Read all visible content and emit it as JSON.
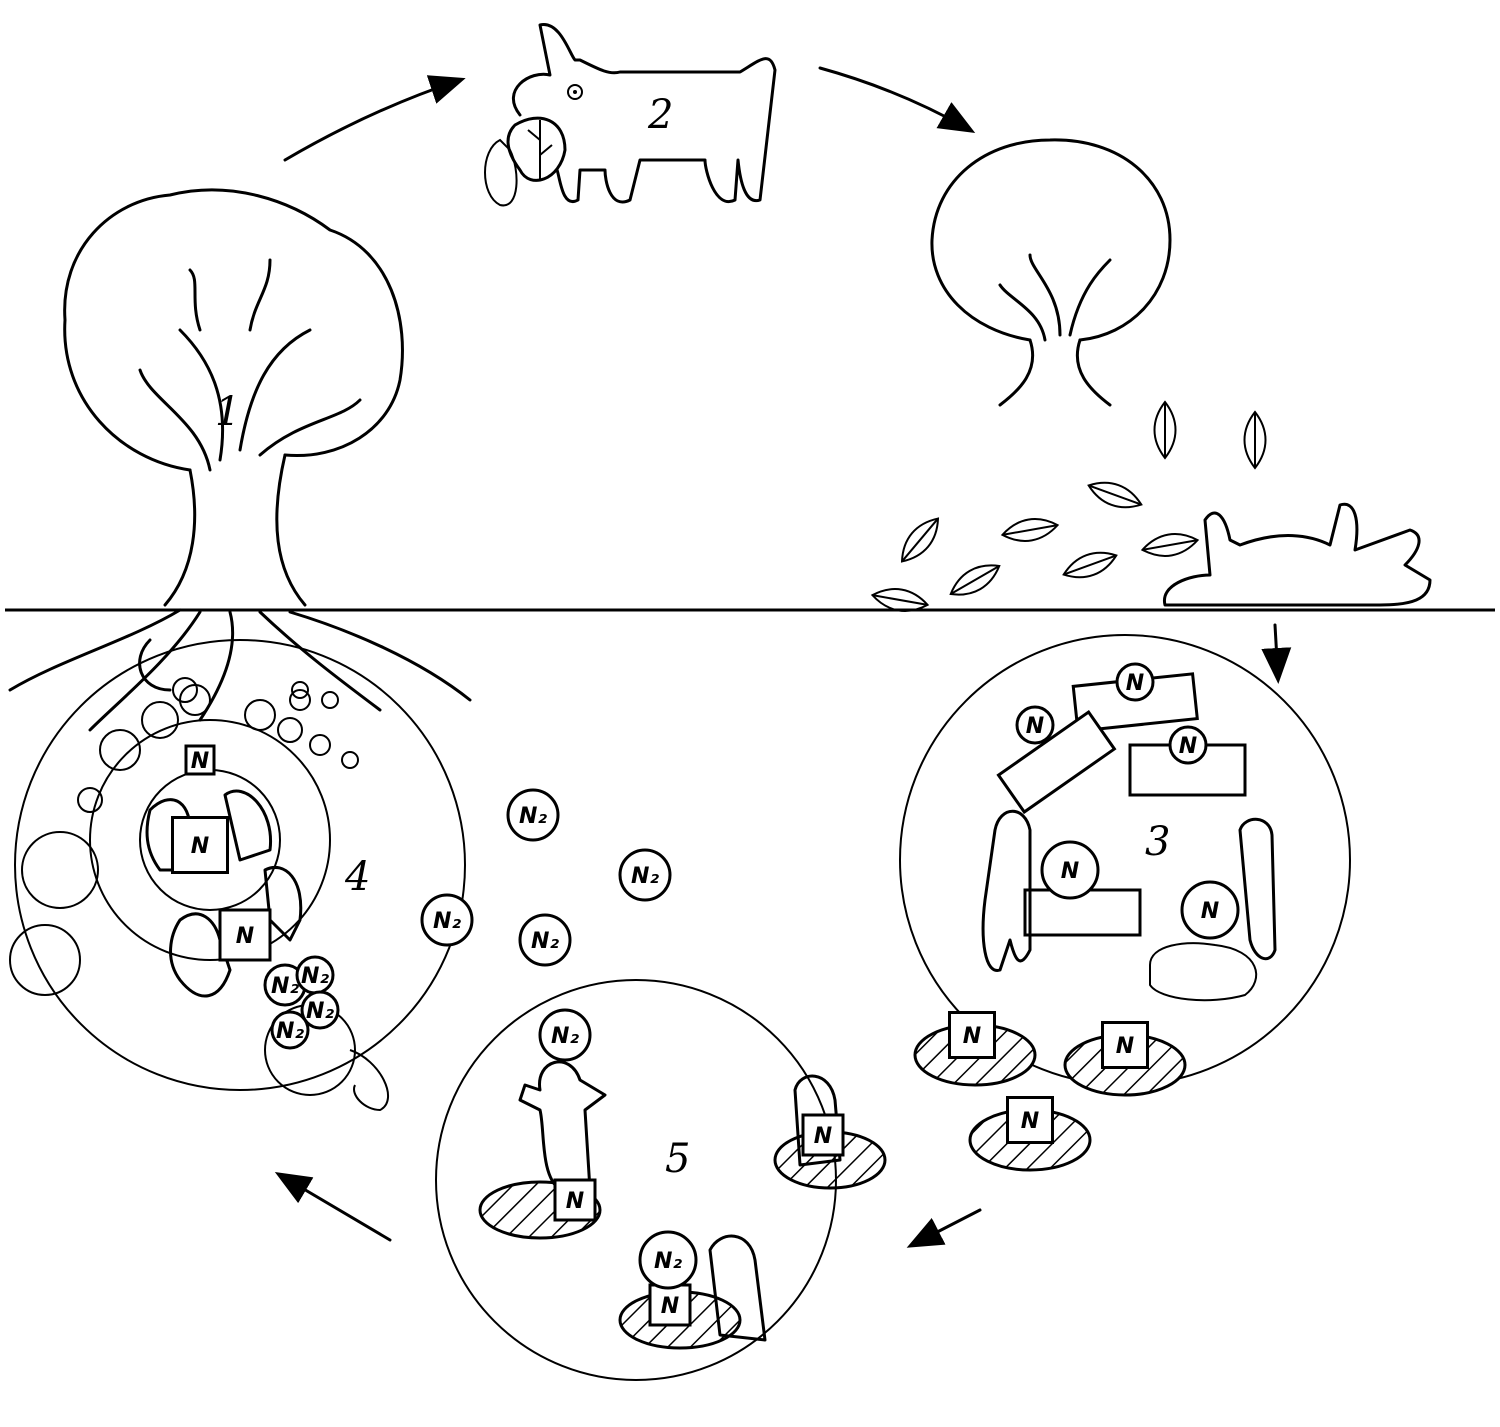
{
  "diagram": {
    "stage_labels": [
      "1",
      "2",
      "3",
      "4",
      "5"
    ],
    "nitrogen_label": "N",
    "dinitrogen_label": "N₂",
    "colors": {
      "ink": "#000000",
      "background": "#ffffff"
    }
  }
}
